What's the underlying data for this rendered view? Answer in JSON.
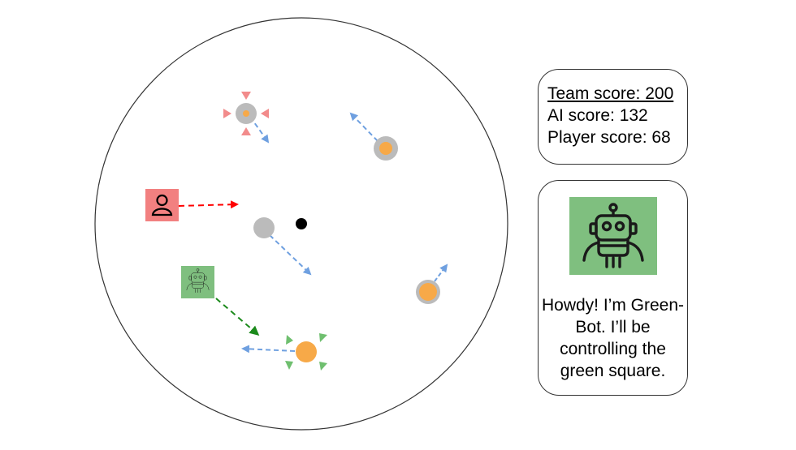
{
  "scores": {
    "team": "Team score: 200",
    "ai": "AI score: 132",
    "player": "Player score: 68"
  },
  "bot": {
    "message": "Howdy! I’m Green-Bot. I’ll be controlling the green square.",
    "avatar_icon": "robot-icon",
    "avatar_color": "#7fbf7f"
  },
  "player": {
    "icon": "person-icon",
    "color": "#f28080"
  },
  "colors": {
    "target_orange": "#f7a948",
    "target_gray": "#bbbbbb",
    "velocity_arrow": "#6fa0e0",
    "player_arrow": "#ff0000",
    "bot_arrow": "#1b8a1b",
    "player_marker": "#f28b8b",
    "bot_marker": "#6fbf6f"
  }
}
